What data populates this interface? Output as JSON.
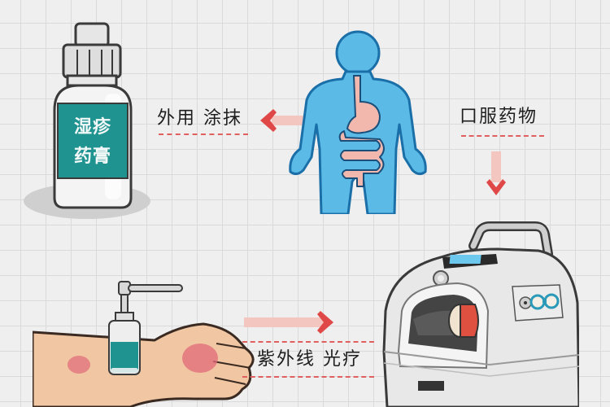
{
  "ointment_bottle": {
    "label_line1": "湿疹",
    "label_line2": "药膏",
    "label_color": "#1f9390",
    "cap_color": "#dcdcdc"
  },
  "topical": {
    "label": "外用 涂抹",
    "arrow_direction": "left",
    "arrow_color": "#e04848"
  },
  "body_figure": {
    "body_color": "#5bbbe6",
    "outline_color": "#1b6fa8",
    "organ_color": "#f2b8ae",
    "organs": "stomach-and-intestines"
  },
  "oral": {
    "label": "口服药物",
    "arrow_direction": "down",
    "arrow_color": "#e04848"
  },
  "arm_scene": {
    "skin_color": "#f1c7a3",
    "rash_color": "#e06a78",
    "spray_bottle_liquid": "#1f9390"
  },
  "phototherapy": {
    "label": "紫外线 光疗",
    "arrow_direction": "right",
    "arrow_color": "#e04848"
  },
  "uv_machine": {
    "body_color": "#e6e6e6",
    "screen_color": "#6cc8ec",
    "button_accent": "#2a9ab8",
    "lamp_color": "#e05040"
  },
  "accent_dash_color": "#e06060"
}
